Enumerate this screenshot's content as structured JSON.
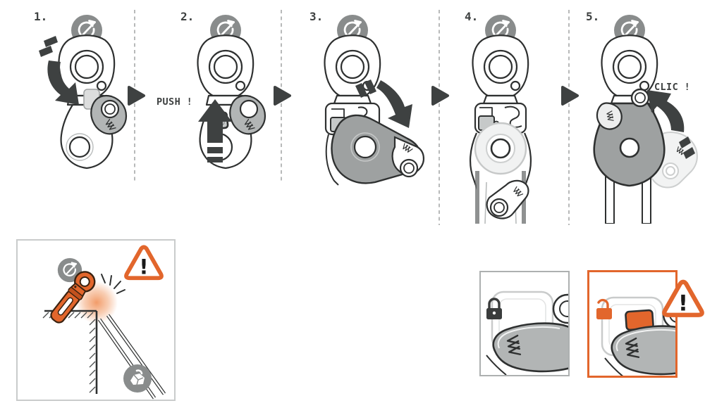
{
  "doc": {
    "type": "pulley-device-instruction-diagram",
    "warning_mark": "!"
  },
  "steps": [
    {
      "number": "1.",
      "label": ""
    },
    {
      "number": "2.",
      "label": "PUSH !"
    },
    {
      "number": "3.",
      "label": ""
    },
    {
      "number": "4.",
      "label": ""
    },
    {
      "number": "5.",
      "label": "CLIC !"
    }
  ],
  "icons": {
    "swivel": "swivel-rotation-icon",
    "load": "load-weight-icon",
    "warning": "warning-triangle-icon",
    "locked": "lock-closed-icon",
    "unlocked": "lock-open-icon",
    "next": "next-arrow-icon"
  },
  "colors": {
    "orange": "#E2662C",
    "line_dark": "#2E3030",
    "arrow_dark": "#3E4141",
    "badge_gray": "#898C8C",
    "plate_gray": "#9EA1A1",
    "latch_gray": "#B2B5B5",
    "dash_gray": "#A6A8A8"
  }
}
